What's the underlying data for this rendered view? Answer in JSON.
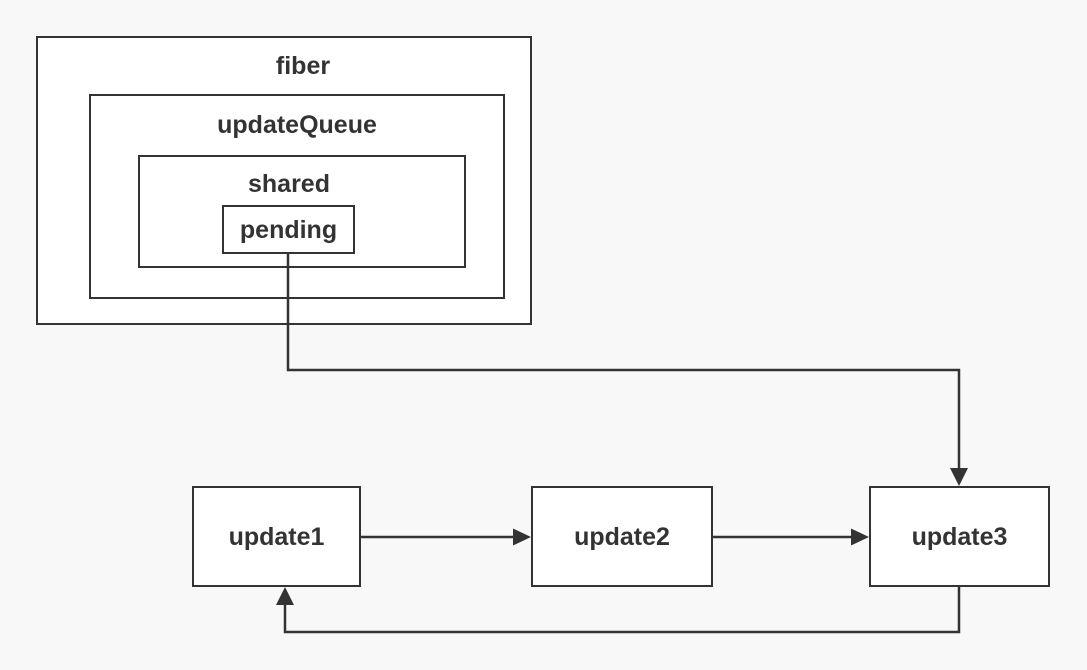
{
  "colors": {
    "background": "#f8f8f8",
    "box_fill": "#ffffff",
    "stroke": "#333333",
    "text": "#333333"
  },
  "diagram": {
    "fiber_label": "fiber",
    "update_queue_label": "updateQueue",
    "shared_label": "shared",
    "pending_label": "pending",
    "nodes": [
      {
        "label": "update1"
      },
      {
        "label": "update2"
      },
      {
        "label": "update3"
      }
    ],
    "connectors": [
      {
        "name": "pending-to-update3",
        "from": "pending",
        "to": "update3",
        "style": "arrow"
      },
      {
        "name": "update1-to-update2",
        "from": "update1",
        "to": "update2",
        "style": "arrow"
      },
      {
        "name": "update2-to-update3",
        "from": "update2",
        "to": "update3",
        "style": "arrow"
      },
      {
        "name": "update3-to-update1",
        "from": "update3",
        "to": "update1",
        "style": "arrow"
      }
    ]
  }
}
